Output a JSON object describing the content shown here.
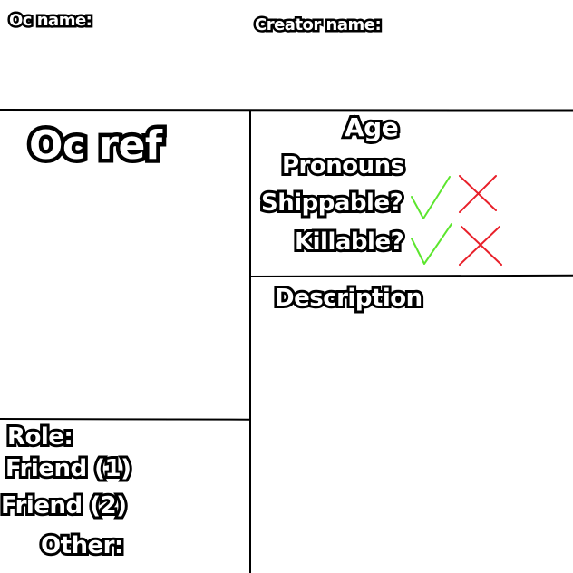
{
  "header": {
    "oc_name_label": "Oc name:",
    "creator_name_label": "Creator name:"
  },
  "ref_panel": {
    "oc_ref_label": "Oc ref"
  },
  "info_panel": {
    "age_label": "Age",
    "pronouns_label": "Pronouns",
    "shippable_label": "Shippable?",
    "killable_label": "Killable?"
  },
  "description_panel": {
    "description_label": "Description"
  },
  "relations_panel": {
    "role_label": "Role:",
    "friend1_label": "Friend (1)",
    "friend2_label": "Friend (2)",
    "other_label": "Other:"
  },
  "icons": {
    "check": "check-icon",
    "cross": "cross-icon"
  },
  "colors": {
    "background": "#ffffff",
    "lines": "#000000",
    "check": "#5ce62e",
    "cross": "#e8202a",
    "text_fill": "#ffffff",
    "text_outline": "#000000"
  }
}
